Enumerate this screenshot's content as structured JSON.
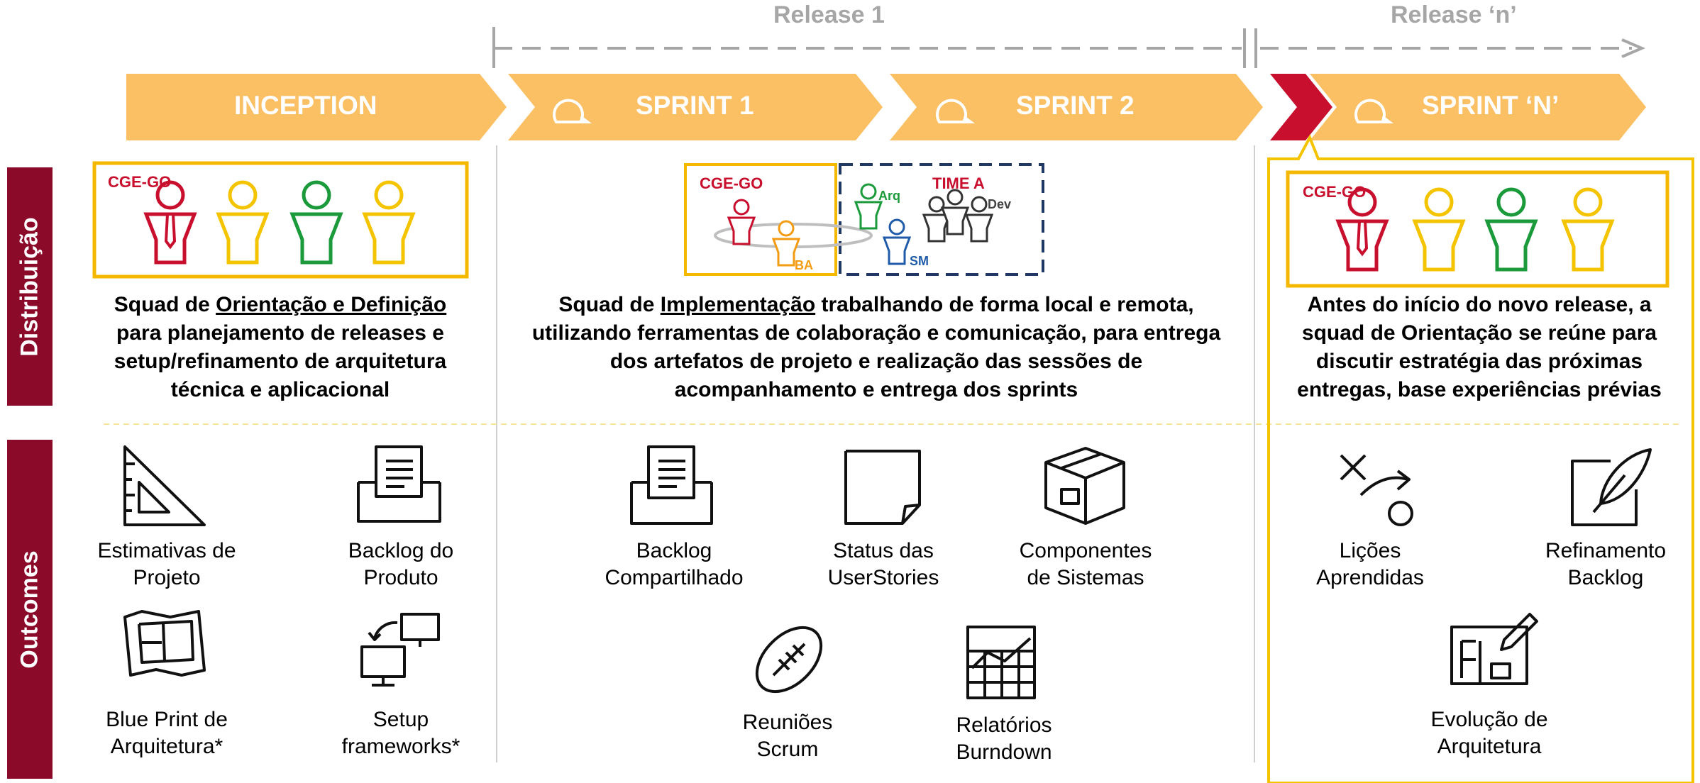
{
  "releases": [
    "Release 1",
    "Release ‘n’"
  ],
  "phases": [
    {
      "label": "INCEPTION"
    },
    {
      "label": "SPRINT 1"
    },
    {
      "label": "SPRINT 2"
    },
    {
      "label": "SPRINT ‘N’"
    }
  ],
  "sidebar": {
    "distribution": "Distribuição",
    "outcomes": "Outcomes"
  },
  "inception": {
    "team": "CGE-GO",
    "desc_parts": [
      "Squad de ",
      "Orientação e Definição",
      " para planejamento de releases e setup/refinamento de arquitetura técnica e aplicacional"
    ],
    "outcomes": [
      {
        "label": "Estimativas de Projeto",
        "icon": "triangle-ruler-icon"
      },
      {
        "label": "Backlog do Produto",
        "icon": "inbox-document-icon"
      },
      {
        "label": "Blue Print de Arquitetura*",
        "icon": "floor-plan-icon"
      },
      {
        "label": "Setup frameworks*",
        "icon": "monitors-sync-icon"
      }
    ]
  },
  "sprints": {
    "team_left": "CGE-GO",
    "team_right": "TIME A",
    "roles": {
      "arq": "Arq",
      "sm": "SM",
      "ba": "BA",
      "dev": "Dev"
    },
    "desc_parts": [
      "Squad de ",
      "Implementação",
      " trabalhando de forma local e remota, utilizando ferramentas de colaboração e comunicação, para entrega dos artefatos de projeto e realização das sessões de acompanhamento e entrega dos sprints"
    ],
    "outcomes": [
      {
        "label": "Backlog Compartilhado",
        "icon": "inbox-document-icon"
      },
      {
        "label": "Status das UserStories",
        "icon": "sticky-note-icon"
      },
      {
        "label": "Componentes de Sistemas",
        "icon": "box-icon"
      },
      {
        "label": "Reuniões Scrum",
        "icon": "football-icon"
      },
      {
        "label": "Relatórios Burndown",
        "icon": "chart-grid-icon"
      }
    ]
  },
  "sprint_n": {
    "team": "CGE-GO",
    "desc": "Antes do início do novo release, a squad de Orientação se reúne para discutir estratégia das próximas entregas, base experiências prévias",
    "outcomes": [
      {
        "label": "Lições Aprendidas",
        "icon": "tactics-icon"
      },
      {
        "label": "Refinamento Backlog",
        "icon": "edit-feather-icon"
      },
      {
        "label": "Evolução de Arquitetura",
        "icon": "blueprint-pencil-icon"
      }
    ]
  },
  "colors": {
    "phase": "#fbbf64",
    "accent_red": "#c8102e",
    "sidebar": "#8b0a2a",
    "yellow": "#f5c400",
    "green": "#1a9a3a",
    "orange": "#f39c12",
    "navy": "#1f3864",
    "release_gray": "#a6a6a6"
  }
}
